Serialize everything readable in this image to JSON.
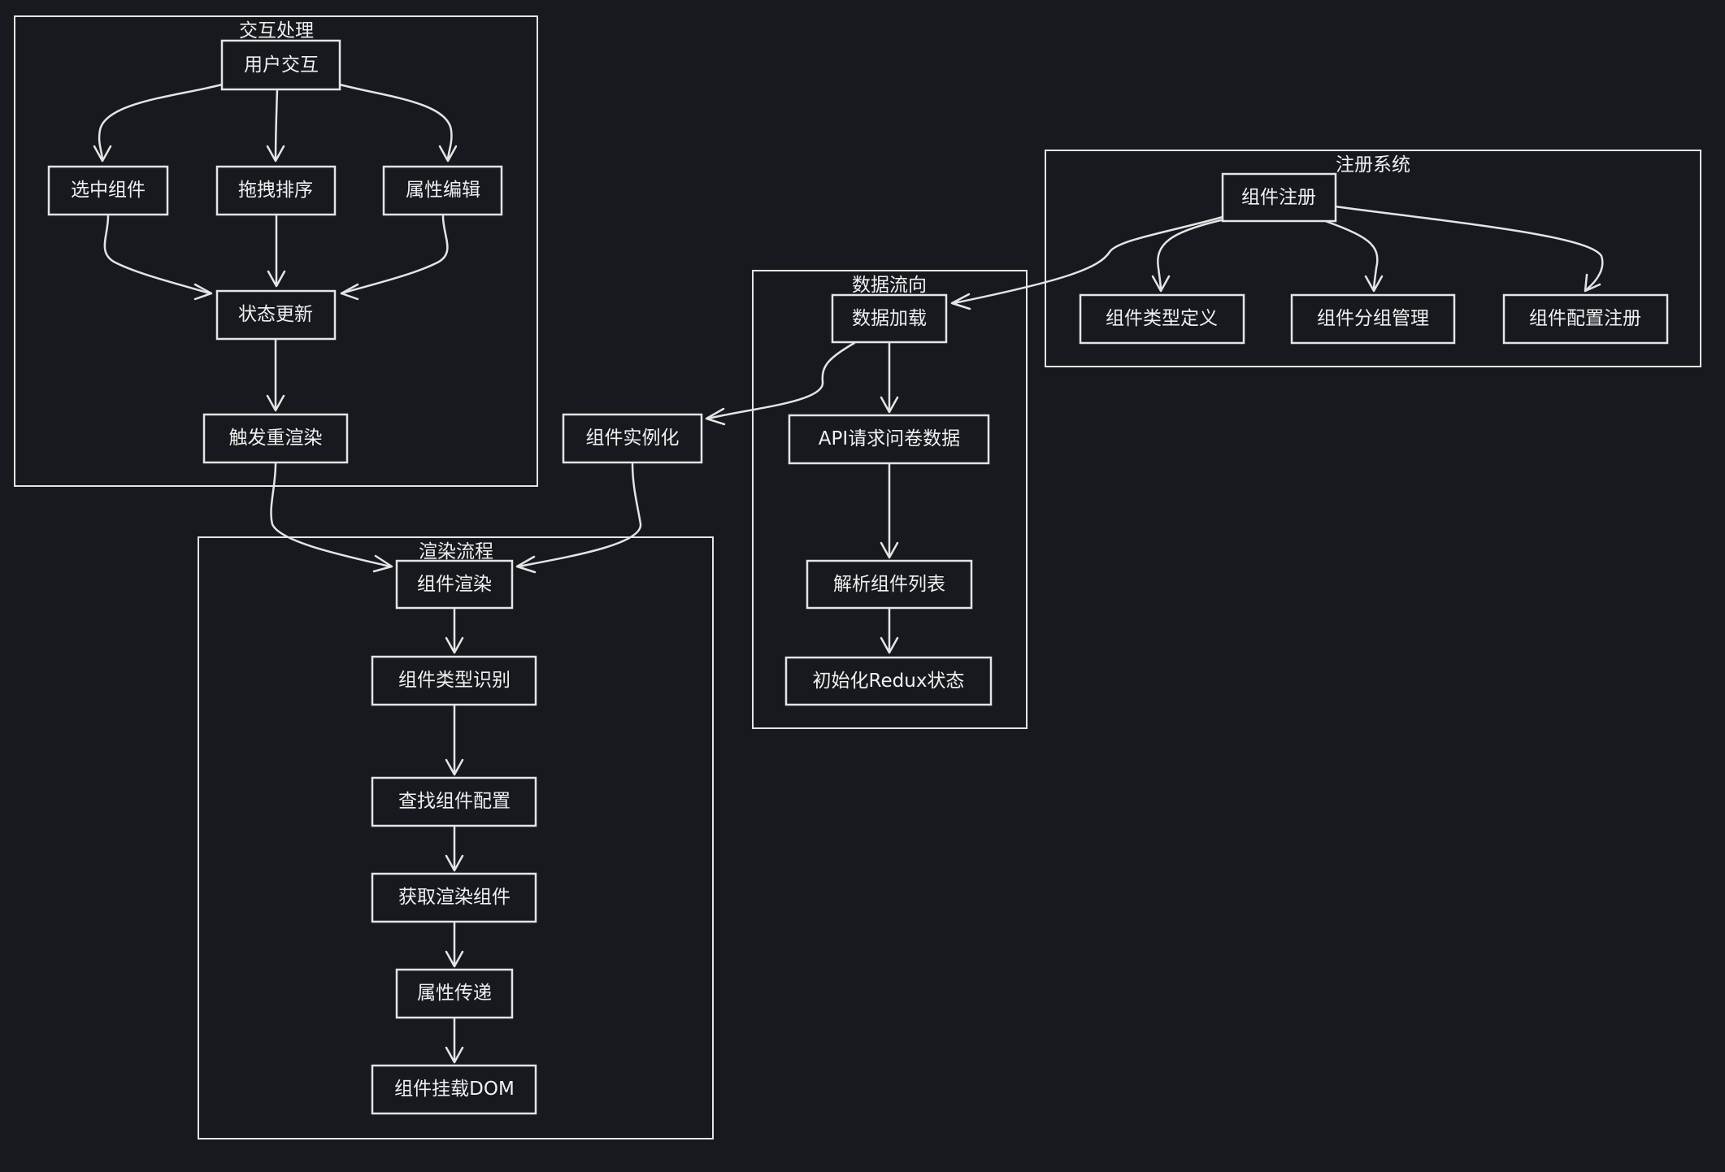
{
  "diagram": {
    "colors": {
      "background": "#16191e",
      "stroke": "#e4e4e4",
      "text": "#f0f0f0"
    },
    "groups": {
      "interaction": "交互处理",
      "render": "渲染流程",
      "dataflow": "数据流向",
      "registry": "注册系统"
    },
    "nodes": {
      "user_interaction": "用户交互",
      "select_component": "选中组件",
      "drag_sort": "拖拽排序",
      "property_edit": "属性编辑",
      "state_update": "状态更新",
      "trigger_rerender": "触发重渲染",
      "component_instantiate": "组件实例化",
      "component_render": "组件渲染",
      "type_identify": "组件类型识别",
      "find_config": "查找组件配置",
      "get_render_component": "获取渲染组件",
      "prop_pass": "属性传递",
      "mount_dom": "组件挂载DOM",
      "data_load": "数据加载",
      "api_request": "API请求问卷数据",
      "parse_list": "解析组件列表",
      "init_redux": "初始化Redux状态",
      "component_register": "组件注册",
      "type_define": "组件类型定义",
      "group_manage": "组件分组管理",
      "config_register": "组件配置注册"
    }
  }
}
